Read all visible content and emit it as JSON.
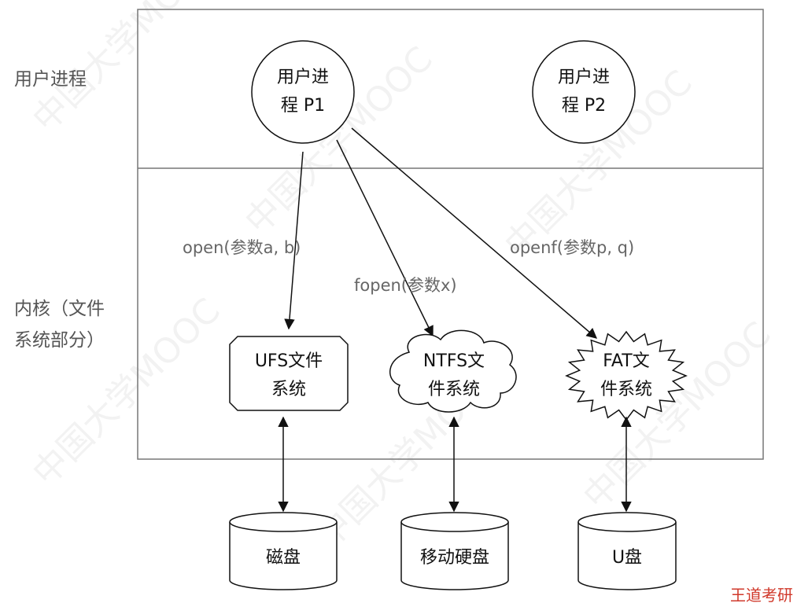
{
  "regions": {
    "user": {
      "label": "用户进程"
    },
    "kernel": {
      "label_lines": [
        "内核（文件",
        "系统部分）"
      ]
    }
  },
  "processes": [
    {
      "id": "p1",
      "lines": [
        "用户进",
        "程 P1"
      ]
    },
    {
      "id": "p2",
      "lines": [
        "用户进",
        "程 P2"
      ]
    }
  ],
  "filesystems": [
    {
      "id": "ufs",
      "shape": "octagon",
      "lines": [
        "UFS文件",
        "系统"
      ]
    },
    {
      "id": "ntfs",
      "shape": "cloud",
      "lines": [
        "NTFS文",
        "件系统"
      ]
    },
    {
      "id": "fat",
      "shape": "starburst",
      "lines": [
        "FAT文",
        "件系统"
      ]
    }
  ],
  "devices": [
    {
      "id": "disk",
      "label": "磁盘"
    },
    {
      "id": "mobile-disk",
      "label": "移动硬盘"
    },
    {
      "id": "usb",
      "label": "U盘"
    }
  ],
  "calls": [
    {
      "from": "p1",
      "to": "ufs",
      "label": "open(参数a, b)"
    },
    {
      "from": "p1",
      "to": "ntfs",
      "label": "fopen(参数x)"
    },
    {
      "from": "p1",
      "to": "fat",
      "label": "openf(参数p, q)"
    }
  ],
  "watermark": {
    "text": "中国大学MOOC"
  },
  "footer": {
    "text": "王道考研"
  },
  "colors": {
    "stroke": "#333333",
    "frame": "#777777",
    "label_gray": "#666666",
    "footer_red": "#d0392b"
  }
}
